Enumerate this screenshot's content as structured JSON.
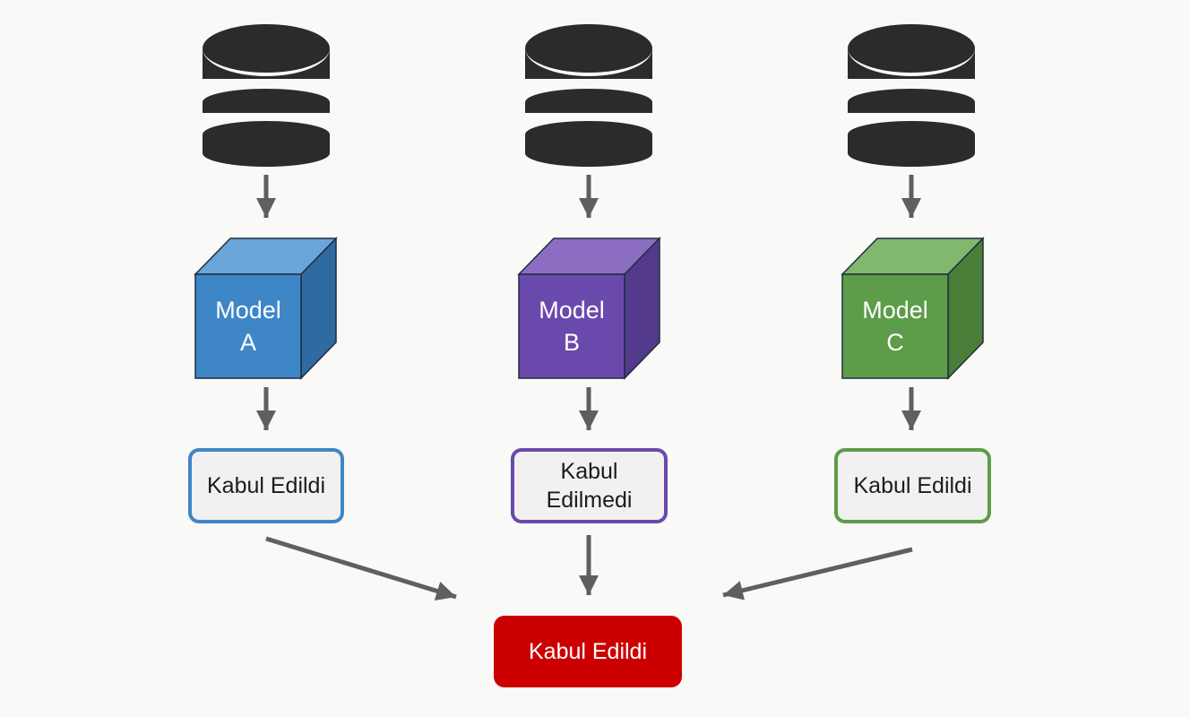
{
  "colors": {
    "database": "#2b2b2b",
    "arrow": "#5f5f5f",
    "final_box": "#cc0000"
  },
  "icons": [
    "database-icon",
    "cube-icon",
    "arrow-down-icon"
  ],
  "pipelines": [
    {
      "model_line1": "Model",
      "model_line2": "A",
      "result": "Kabul Edildi",
      "colors": {
        "front": "#3f86c7",
        "top": "#6aa4d9",
        "side": "#2f6aa2",
        "border": "#3f86c7"
      }
    },
    {
      "model_line1": "Model",
      "model_line2": "B",
      "result_line1": "Kabul",
      "result_line2": "Edilmedi",
      "colors": {
        "front": "#6a49ad",
        "top": "#8b6ec2",
        "side": "#533a8c",
        "border": "#6a49ad"
      }
    },
    {
      "model_line1": "Model",
      "model_line2": "C",
      "result": "Kabul Edildi",
      "colors": {
        "front": "#5d9c48",
        "top": "#80b86d",
        "side": "#4a7e38",
        "border": "#5d9c48"
      }
    }
  ],
  "final": {
    "label": "Kabul Edildi"
  }
}
